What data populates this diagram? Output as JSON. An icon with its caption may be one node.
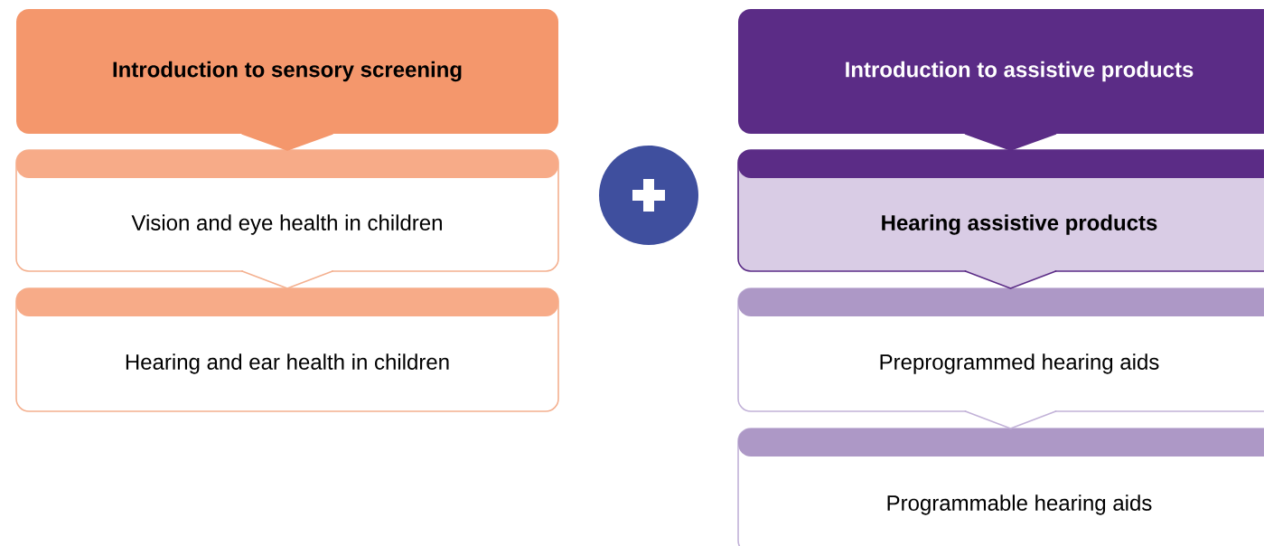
{
  "diagram": {
    "nodes": [
      {
        "text": [
          "Introduction to sensory screening"
        ]
      },
      {
        "text": [
          "Vision and eye health in children"
        ]
      },
      {
        "text": [
          "Hearing and ear health in children"
        ]
      },
      {
        "text": [
          "Introduction to assistive products"
        ]
      },
      {
        "text": [
          "Hearing assistive products"
        ]
      },
      {
        "text": [
          "Preprogrammed hearing aids"
        ]
      },
      {
        "text": [
          "Programmable hearing aids"
        ]
      }
    ],
    "edges": [
      {
        "from": 0,
        "to": 1,
        "arrow": "to"
      },
      {
        "from": 1,
        "to": 2,
        "arrow": "to"
      },
      {
        "from": 3,
        "to": 4,
        "arrow": "to"
      },
      {
        "from": 4,
        "to": 5,
        "arrow": "to"
      },
      {
        "from": 5,
        "to": 6,
        "arrow": "to"
      }
    ]
  }
}
